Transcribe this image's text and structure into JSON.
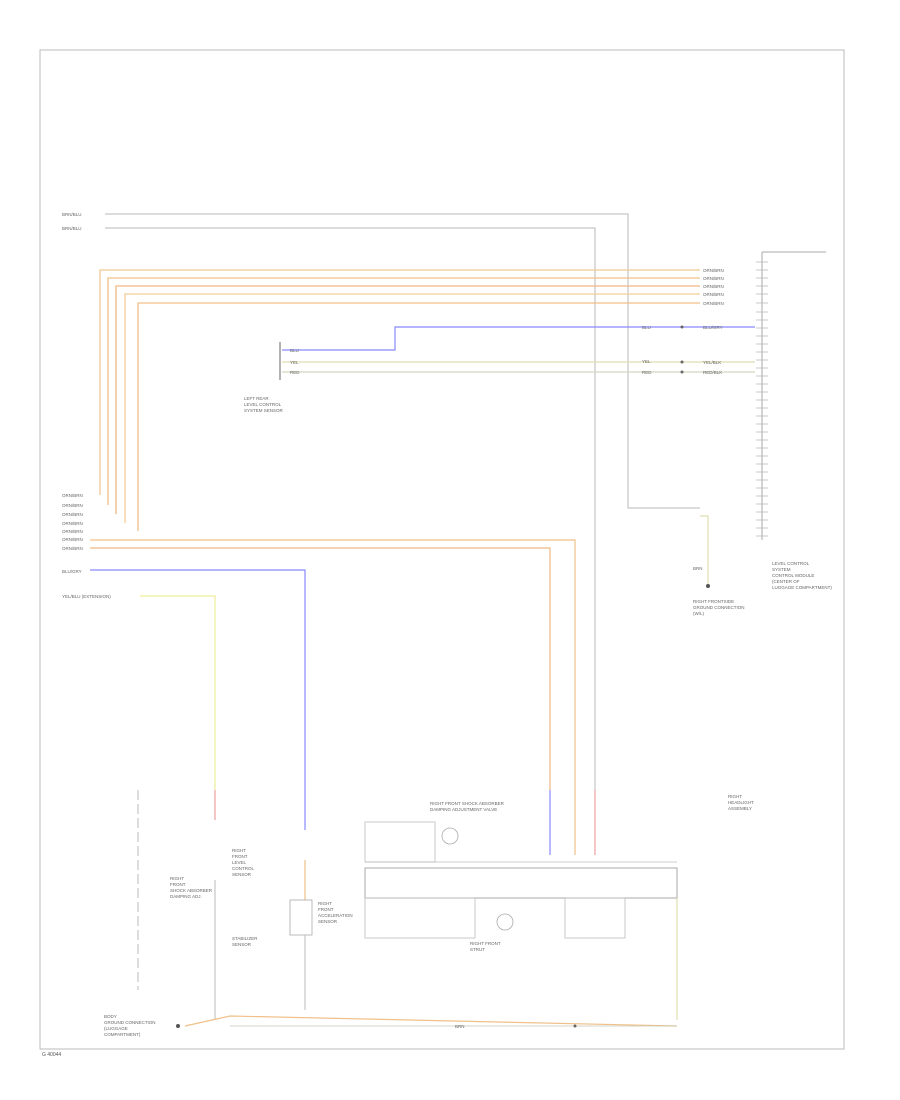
{
  "diagram": {
    "footer_code": "G 40044",
    "components": {
      "left_rear_level_sensor": [
        "LEFT REAR",
        "LEVEL CONTROL",
        "SYSTEM SENSOR"
      ],
      "control_module": [
        "LEVEL CONTROL",
        "SYSTEM",
        "CONTROL MODULE",
        "(CENTER OF",
        "LUGGAGE COMPARTMENT)"
      ],
      "body_ground": [
        "BODY",
        "GROUND CONNECTION",
        "(LUGGAGE",
        "COMPARTMENT)"
      ],
      "right_front_shock_valve": [
        "RIGHT FRONT SHOCK ABSORBER",
        "DAMPING ADJUSTMENT VALVE"
      ],
      "right_front_strut": [
        "RIGHT FRONT",
        "STRUT"
      ],
      "right_front_level_sensor": [
        "RIGHT",
        "FRONT",
        "LEVEL",
        "CONTROL",
        "SENSOR"
      ],
      "right_front_accel_sensor": [
        "RIGHT",
        "FRONT",
        "ACCELERATION",
        "SENSOR"
      ],
      "right_ground_connection": [
        "RIGHT FRONTSIDE",
        "GROUND CONNECTION",
        "(W/L)"
      ],
      "right_front_left_comp": [
        "RIGHT",
        "FRONT",
        "SHOCK ABSORBER",
        "DAMPING ADJ."
      ],
      "stabilizer": [
        "STABILIZER",
        "SENSOR"
      ],
      "right_headlight": [
        "RIGHT",
        "HEADLIGHT",
        "ASSEMBLY"
      ]
    },
    "wire_labels": {
      "top_bus_1": "BRN/BLU",
      "top_bus_2": "BRN/BLU",
      "orange_1": "ORN/BRN",
      "orange_2": "ORN/BRN",
      "orange_3": "ORN/BRN",
      "orange_4": "ORN/BRN",
      "orange_5": "ORN/BRN",
      "blue_conn": "BLU/GRY",
      "yel_conn": "YEL/BLK",
      "red_conn": "RED/BLK",
      "sensor_blu": "BLU",
      "sensor_yel": "YEL",
      "sensor_red": "RED",
      "left_bundle_1": "ORN/BRN",
      "left_bundle_2": "ORN/BRN",
      "left_bundle_3": "ORN/BRN",
      "left_bundle_4": "ORN/BRN",
      "left_bundle_5": "ORN/BRN",
      "left_bundle_6": "ORN/BRN",
      "left_bundle_7": "ORN/BRN",
      "blue_feed": "BLU/GRY",
      "yellow_feed": "YEL/BLU  (EXTENSION)",
      "ground_wire": "BRN",
      "bottom_ground": "BRN"
    }
  }
}
